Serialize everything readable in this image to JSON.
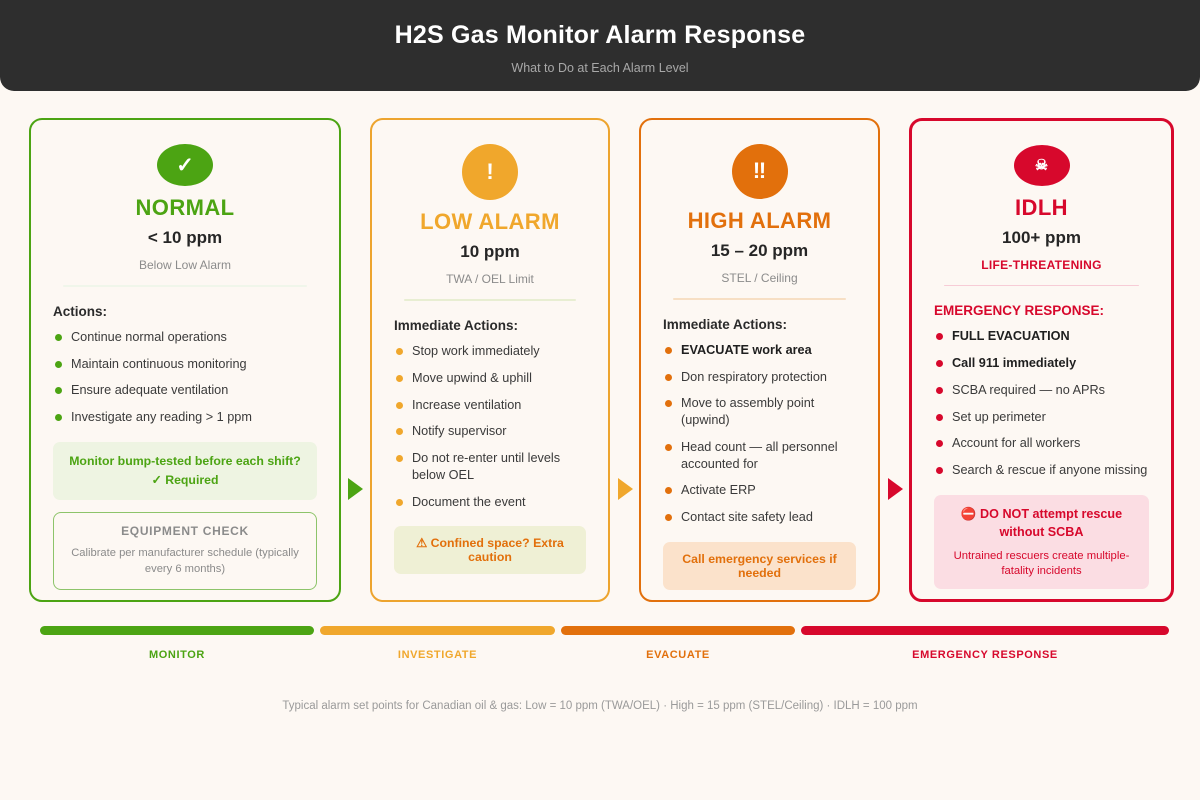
{
  "header": {
    "title": "H2S Gas Monitor Alarm Response",
    "subtitle": "What to Do at Each Alarm Level"
  },
  "colors": {
    "normal": "#4ca413",
    "low": "#f0a72c",
    "high": "#e2700c",
    "idlh": "#d7082c",
    "header_bg": "#2e2e2e",
    "page_bg": "#fdf8f3"
  },
  "cards": [
    {
      "id": "normal",
      "icon": "check-icon",
      "icon_glyph": "✓",
      "level": "NORMAL",
      "ppm": "< 10 ppm",
      "note": "Below Low Alarm",
      "actions_heading": "Actions:",
      "actions": [
        "Continue normal operations",
        "Maintain continuous monitoring",
        "Ensure adequate ventilation",
        "Investigate any reading > 1 ppm"
      ],
      "callout": "Monitor bump-tested before each shift? ✓ Required",
      "equipment": {
        "title": "EQUIPMENT CHECK",
        "body": "Calibrate per manufacturer schedule (typically every 6 months)"
      }
    },
    {
      "id": "low",
      "icon": "exclamation-icon",
      "icon_glyph": "!",
      "level": "LOW ALARM",
      "ppm": "10 ppm",
      "note": "TWA / OEL Limit",
      "actions_heading": "Immediate Actions:",
      "actions": [
        "Stop work immediately",
        "Move upwind & uphill",
        "Increase ventilation",
        "Notify supervisor",
        "Do not re-enter until levels below OEL",
        "Document the event"
      ],
      "callout": "⚠ Confined space? Extra caution"
    },
    {
      "id": "high",
      "icon": "double-exclamation-icon",
      "icon_glyph": "‼",
      "level": "HIGH ALARM",
      "ppm": "15 – 20 ppm",
      "note": "STEL / Ceiling",
      "actions_heading": "Immediate Actions:",
      "actions": [
        "EVACUATE work area",
        "Don respiratory protection",
        "Move to assembly point (upwind)",
        "Head count — all personnel accounted for",
        "Activate ERP",
        "Contact site safety lead"
      ],
      "bold_indices": [
        0
      ],
      "callout": "Call emergency services if needed"
    },
    {
      "id": "idlh",
      "icon": "skull-crossbones-icon",
      "icon_glyph": "☠",
      "level": "IDLH",
      "ppm": "100+ ppm",
      "note": "LIFE-THREATENING",
      "actions_heading": "EMERGENCY RESPONSE:",
      "actions": [
        "FULL EVACUATION",
        "Call 911 immediately",
        "SCBA required — no APRs",
        "Set up perimeter",
        "Account for all workers",
        "Search & rescue if anyone missing"
      ],
      "bold_indices": [
        0,
        1
      ],
      "callout": "⛔ DO NOT attempt rescue without SCBA",
      "callout_sub": "Untrained rescuers create multiple-fatality incidents"
    }
  ],
  "progression": {
    "segments": [
      {
        "label": "MONITOR",
        "color": "#4ca413"
      },
      {
        "label": "INVESTIGATE",
        "color": "#f0a72c"
      },
      {
        "label": "EVACUATE",
        "color": "#e2700c"
      },
      {
        "label": "EMERGENCY RESPONSE",
        "color": "#d7082c"
      }
    ]
  },
  "footer": {
    "text": "Typical alarm set points for Canadian oil & gas: Low = 10 ppm (TWA/OEL) · High = 15 ppm (STEL/Ceiling) · IDLH = 100 ppm"
  }
}
